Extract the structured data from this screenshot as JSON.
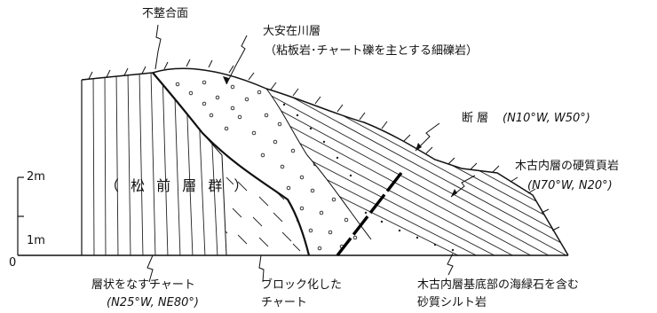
{
  "labels": {
    "unconformity": "不整合面",
    "daiyasu_name": "大安在川層",
    "daiyasu_desc": "（粘板岩･チャート礫を主とする細礫岩）",
    "fault_name": "断 層",
    "fault_attitude": "(N10°W, W50°)",
    "kifuruuchi_shale": "木古内層の硬質頁岩",
    "kifuruuchi_shale_attitude": "(N70°W, N20°)",
    "matsumae_group": "（ 松 前 層 群 ）",
    "bedded_chert": "層状をなすチャート",
    "bedded_chert_attitude": "(N25°W, NE80°)",
    "block_chert_line1": "ブロック化した",
    "block_chert_line2": "チャート",
    "basal_line1": "木古内層基底部の海緑石を含む",
    "basal_line2": "砂質シルト岩"
  },
  "scale": {
    "top_label": "2m",
    "mid_label": "1m",
    "zero_label": "0"
  }
}
